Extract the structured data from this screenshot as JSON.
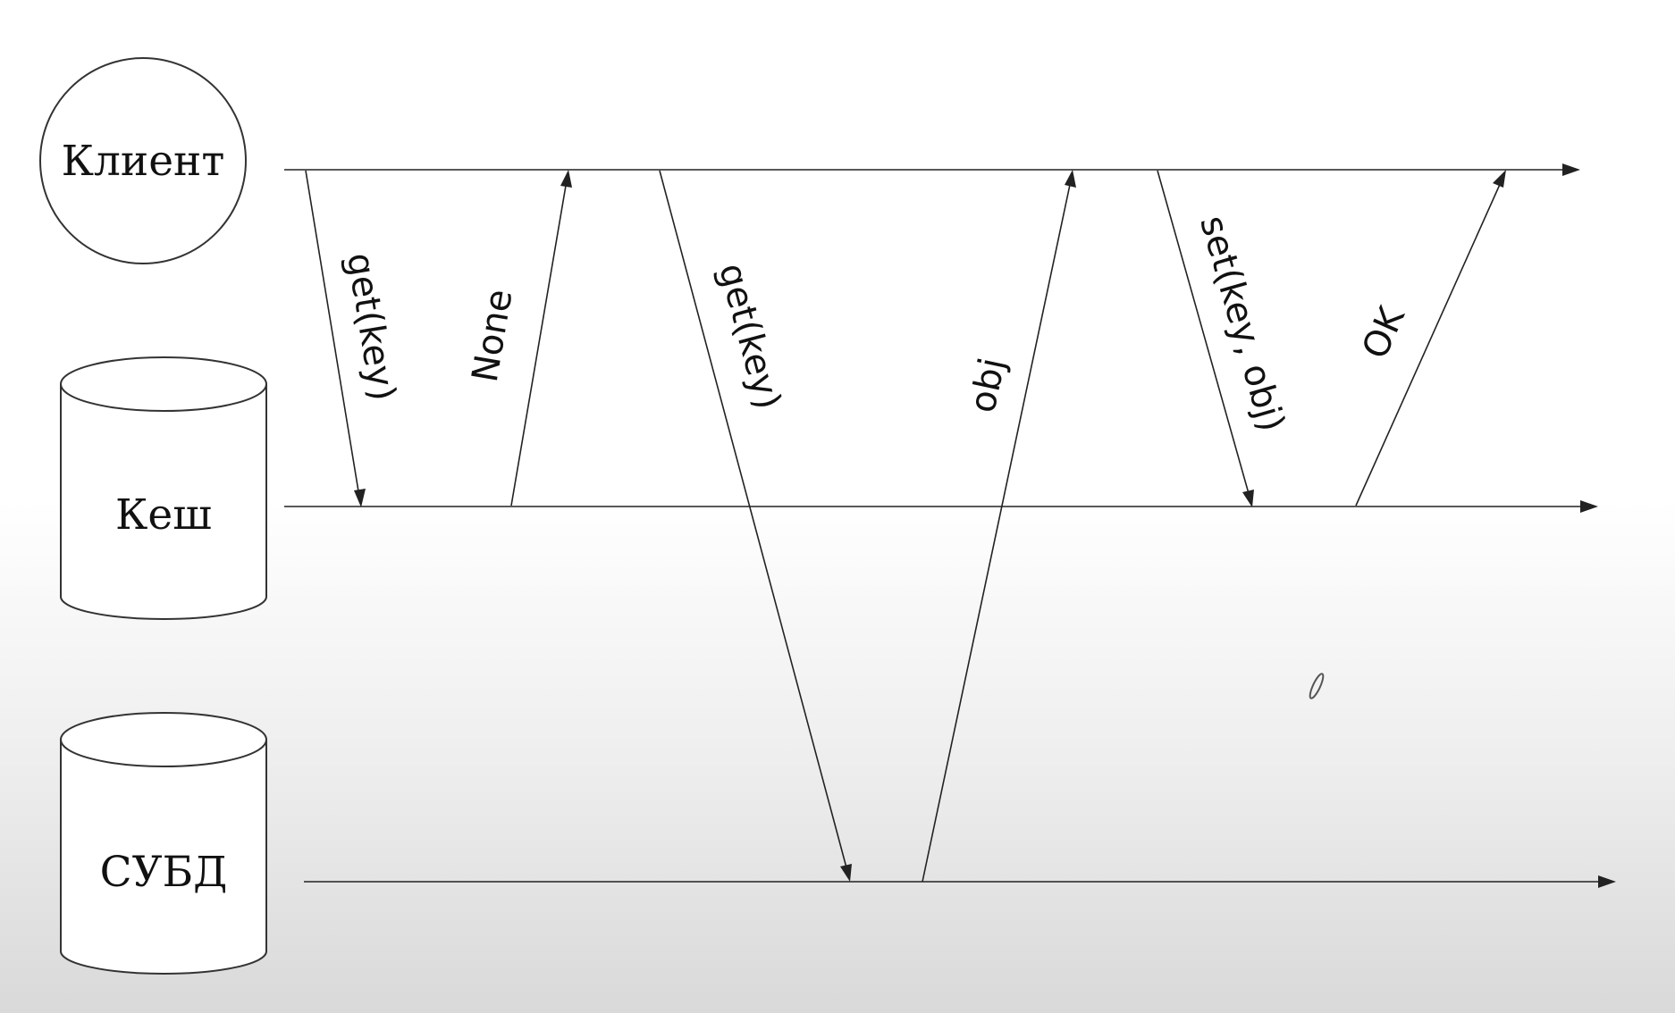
{
  "participants": {
    "client": "Клиент",
    "cache": "Кеш",
    "dbms": "СУБД"
  },
  "messages": [
    {
      "id": "m1",
      "from": "client",
      "to": "cache",
      "label": "get(key)"
    },
    {
      "id": "m2",
      "from": "cache",
      "to": "client",
      "label": "None"
    },
    {
      "id": "m3",
      "from": "client",
      "to": "dbms",
      "label": "get(key)"
    },
    {
      "id": "m4",
      "from": "dbms",
      "to": "client",
      "label": "obj"
    },
    {
      "id": "m5",
      "from": "client",
      "to": "cache",
      "label": "set(key, obj)"
    },
    {
      "id": "m6",
      "from": "cache",
      "to": "client",
      "label": "OK"
    }
  ]
}
